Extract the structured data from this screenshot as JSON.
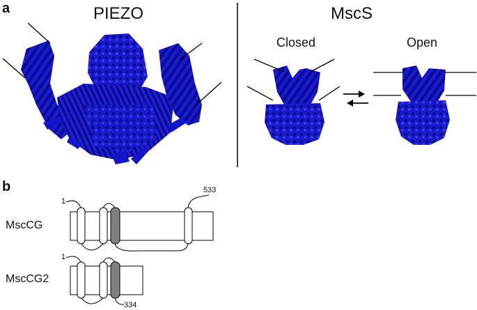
{
  "panel_a": {
    "letter": "a",
    "piezo": {
      "title": "PIEZO"
    },
    "mscs": {
      "title": "MscS",
      "closed_label": "Closed",
      "open_label": "Open"
    }
  },
  "panel_b": {
    "letter": "b",
    "msccg": {
      "name": "MscCG",
      "start_label": "1",
      "end_label": "533"
    },
    "msccg2": {
      "name": "MscCG2",
      "start_label": "1",
      "end_label": "334"
    }
  },
  "colors": {
    "protein": "#1414c8",
    "protein_dark": "#0a0a8c",
    "helix_highlight": "#808080",
    "line": "#000000"
  }
}
